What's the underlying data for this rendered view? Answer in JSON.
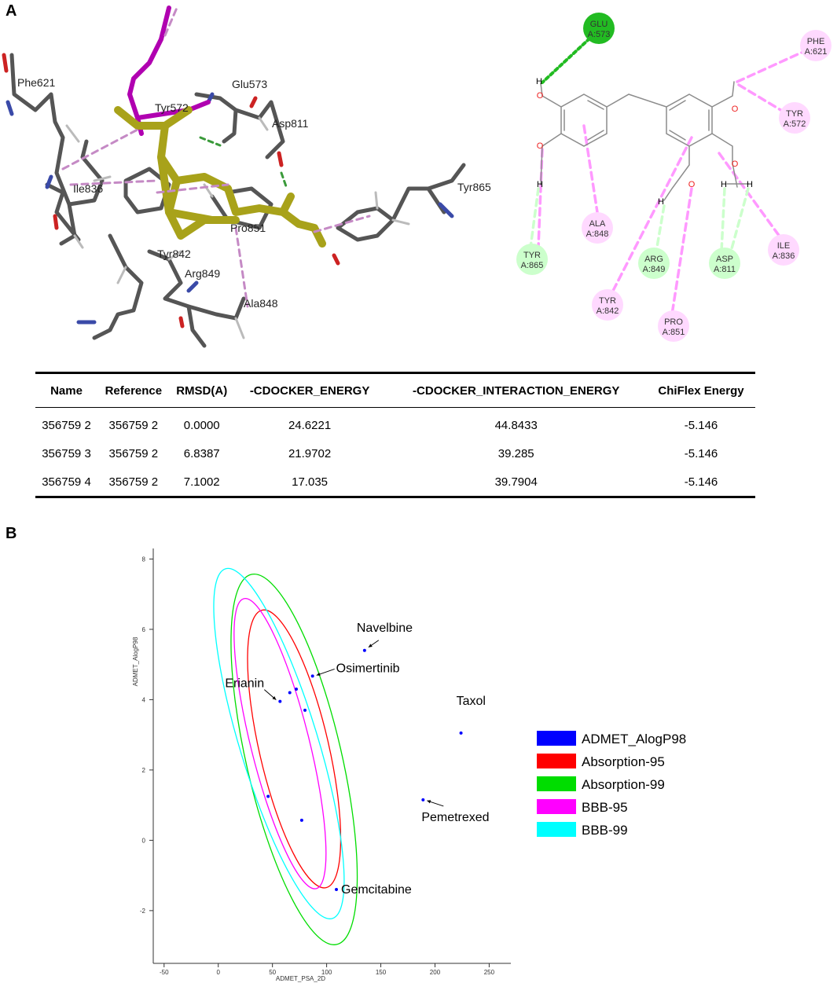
{
  "panel_a_label": "A",
  "panel_b_label": "B",
  "residues_3d": [
    "Phe621",
    "Tyr572",
    "Glu573",
    "Asp811",
    "Ile836",
    "Tyr865",
    "Pro851",
    "Tyr842",
    "Arg849",
    "Ala848"
  ],
  "interaction_2d": {
    "residues": [
      {
        "name": "GLU",
        "id": "A:573",
        "type": "hbond-strong"
      },
      {
        "name": "PHE",
        "id": "A:621",
        "type": "pi-alkyl"
      },
      {
        "name": "TYR",
        "id": "A:572",
        "type": "pi-alkyl"
      },
      {
        "name": "ALA",
        "id": "A:848",
        "type": "pi-alkyl"
      },
      {
        "name": "TYR",
        "id": "A:865",
        "type": "hbond-weak"
      },
      {
        "name": "ARG",
        "id": "A:849",
        "type": "hbond-weak"
      },
      {
        "name": "ASP",
        "id": "A:811",
        "type": "hbond-weak"
      },
      {
        "name": "ILE",
        "id": "A:836",
        "type": "pi-alkyl"
      },
      {
        "name": "TYR",
        "id": "A:842",
        "type": "pi-alkyl"
      },
      {
        "name": "PRO",
        "id": "A:851",
        "type": "pi-alkyl"
      }
    ],
    "atom_labels": {
      "h": "H",
      "o": "O"
    },
    "colors": {
      "hbond_strong": "#22bb22",
      "hbond_weak": "#ccffcc",
      "pi_alkyl": "#ff99ff",
      "pi_alkyl_fill": "#ffd9ff",
      "bond": "#8c8c8c",
      "oxygen": "#ee2222"
    }
  },
  "table": {
    "headers": [
      "Name",
      "Reference",
      "RMSD(A)",
      "-CDOCKER_ENERGY",
      "-CDOCKER_INTERACTION_ENERGY",
      "ChiFlex Energy"
    ],
    "rows": [
      [
        "356759 2",
        "356759 2",
        "0.0000",
        "24.6221",
        "44.8433",
        "-5.146"
      ],
      [
        "356759 3",
        "356759 2",
        "6.8387",
        "21.9702",
        "39.285",
        "-5.146"
      ],
      [
        "356759 4",
        "356759 2",
        "7.1002",
        "17.035",
        "39.7904",
        "-5.146"
      ]
    ]
  },
  "chart_data": {
    "type": "scatter",
    "xlabel": "ADMET_PSA_2D",
    "ylabel": "ADMET_AlogP98",
    "xlim": [
      -60,
      270
    ],
    "ylim": [
      -3.5,
      8.3
    ],
    "xticks": [
      -50,
      0,
      50,
      100,
      150,
      200,
      250
    ],
    "yticks": [
      -2,
      0,
      2,
      4,
      6,
      8
    ],
    "grid": false,
    "legend_position": "right",
    "series": [
      {
        "name": "ADMET_AlogP98",
        "color": "#0000ff",
        "points": [
          {
            "x": 135,
            "y": 5.4,
            "label": "Navelbine"
          },
          {
            "x": 87,
            "y": 4.67,
            "label": "Osimertinib"
          },
          {
            "x": 57,
            "y": 3.95,
            "label": "Erianin"
          },
          {
            "x": 66,
            "y": 4.2
          },
          {
            "x": 72,
            "y": 4.3
          },
          {
            "x": 80,
            "y": 3.7
          },
          {
            "x": 224,
            "y": 3.05,
            "label": "Taxol"
          },
          {
            "x": 189,
            "y": 1.15,
            "label": "Pemetrexed"
          },
          {
            "x": 46,
            "y": 1.25
          },
          {
            "x": 77,
            "y": 0.57
          },
          {
            "x": 109,
            "y": -1.4,
            "label": "Gemcitabine"
          }
        ]
      },
      {
        "name": "Absorption-95",
        "color": "#ff0000"
      },
      {
        "name": "Absorption-99",
        "color": "#00dd00"
      },
      {
        "name": "BBB-95",
        "color": "#ff00ff"
      },
      {
        "name": "BBB-99",
        "color": "#00ffff"
      }
    ],
    "ellipses": [
      {
        "series": "Absorption-95",
        "cx": 70,
        "cy": 2.6,
        "rx_data": 32,
        "ry_data": 4.05,
        "rot": -13
      },
      {
        "series": "Absorption-99",
        "cx": 70,
        "cy": 2.3,
        "rx_data": 44,
        "ry_data": 5.4,
        "rot": -13
      },
      {
        "series": "BBB-95",
        "cx": 57,
        "cy": 2.75,
        "rx_data": 27,
        "ry_data": 4.25,
        "rot": -14
      },
      {
        "series": "BBB-99",
        "cx": 56,
        "cy": 2.75,
        "rx_data": 36,
        "ry_data": 5.2,
        "rot": -17
      }
    ]
  }
}
